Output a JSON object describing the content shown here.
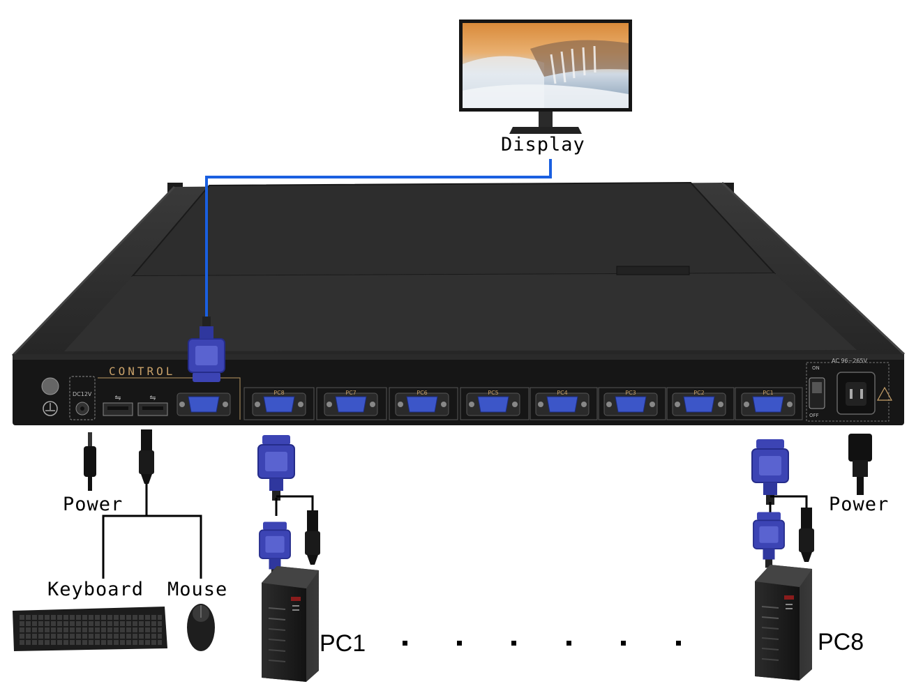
{
  "labels": {
    "display": "Display",
    "power_left": "Power",
    "power_right": "Power",
    "keyboard": "Keyboard",
    "mouse": "Mouse",
    "pc_first": "PC1",
    "pc_last": "PC8"
  },
  "device_panel": {
    "control": "CONTROL",
    "dc": "DC12V",
    "ac": "AC 96~265V",
    "switch_on": "ON",
    "switch_off": "OFF",
    "vga_ports": [
      "PC8",
      "PC7",
      "PC6",
      "PC5",
      "PC4",
      "PC3",
      "PC2",
      "PC1"
    ]
  },
  "colors": {
    "vga_blue": "#3c44b4",
    "cable_blue": "#1a5fe0",
    "chassis": "#1b1b1b",
    "control_text": "#c9a26a"
  }
}
